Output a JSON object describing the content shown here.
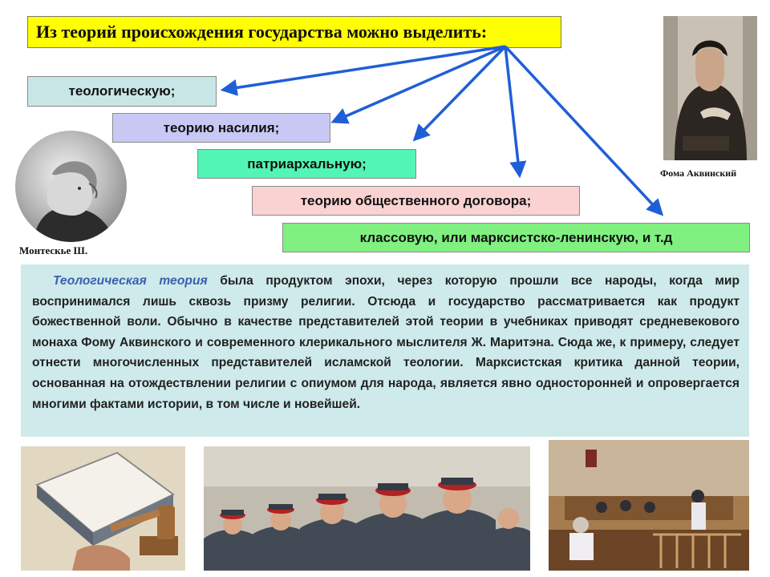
{
  "title": "Из теорий происхождения государства можно выделить:",
  "theories": [
    "теологическую;",
    "теорию насилия;",
    "патриархальную;",
    "теорию общественного договора;",
    "классовую, или марксистско-ленинскую,  и т.д"
  ],
  "portraits": {
    "left_caption": "Монтескье Ш.",
    "right_caption": "Фома Аквинский"
  },
  "description": {
    "lead": "Теологическая теория",
    "body": " была продуктом эпохи, через которую прошли все народы, когда мир воспринимался лишь сквозь призму религии. Отсюда и государство рассматривается как продукт божественной воли. Обычно в качестве представителей этой теории в учебниках приводят средневекового монаха Фому Аквинского и современного клерикального мыслителя Ж. Маритэна. Сюда же, к примеру, следует отнести многочисленных представителей исламской теологии. Марксистская критика данной теории, основанная на отождествлении религии с опиумом для народа, является явно односторонней и опровергается многими фактами истории, в том числе и новейшей."
  },
  "colors": {
    "title_bg": "#ffff00",
    "arrow": "#1f5fd6",
    "theory_bgs": [
      "#c8e6e6",
      "#c8c8f5",
      "#52f5b4",
      "#fad2d2",
      "#80f080"
    ],
    "text_panel_bg": "#cfeaea",
    "lead_text": "#3a5fb0"
  }
}
